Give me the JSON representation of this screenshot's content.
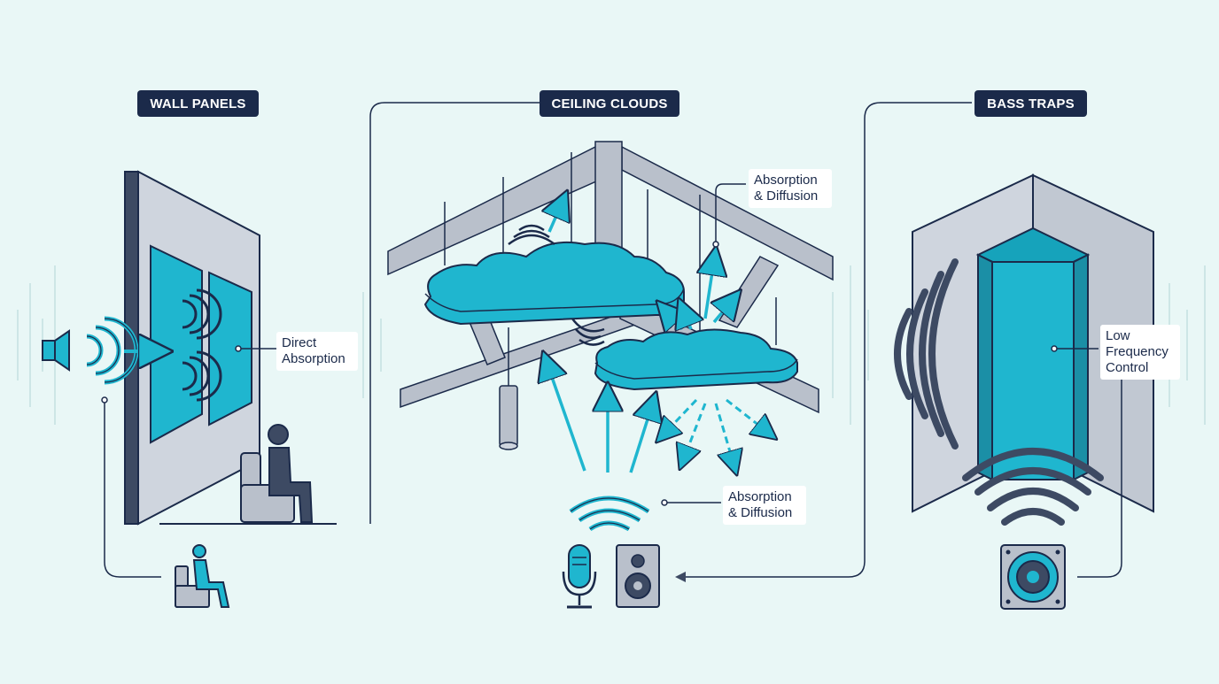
{
  "sections": [
    {
      "title": "WALL PANELS",
      "callouts": [
        "Direct Absorption"
      ]
    },
    {
      "title": "CEILING CLOUDS",
      "callouts": [
        "Absorption & Diffusion",
        "Absorption & Diffusion"
      ]
    },
    {
      "title": "BASS TRAPS",
      "callouts": [
        "Low Frequency Control"
      ]
    }
  ],
  "colors": {
    "background": "#e9f7f6",
    "navy": "#1b2a4a",
    "teal": "#1fb6cf",
    "slate": "#3d4a63",
    "grey": "#b9c0cb",
    "wall": "#cfd5de"
  },
  "icons": [
    "speaker-icon",
    "listener-icon",
    "microphone-icon",
    "monitor-speaker-icon",
    "subwoofer-icon",
    "person-icon"
  ]
}
